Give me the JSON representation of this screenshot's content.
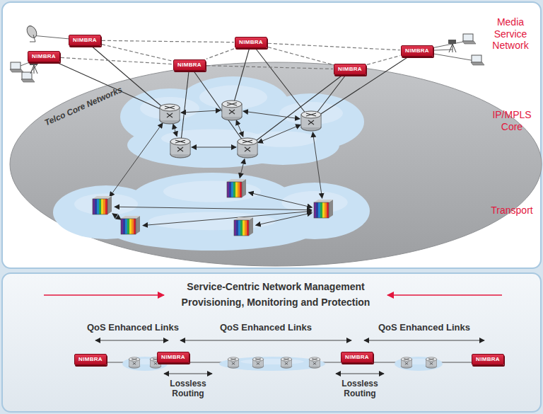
{
  "diagram": {
    "nodes": [
      {
        "text": [
          "NIMBRA"
        ]
      },
      {
        "text": [
          "NIMBRA"
        ]
      },
      {
        "text": [
          "NIMBRA"
        ]
      },
      {
        "text": [
          "NIMBRA"
        ]
      },
      {
        "text": [
          "NIMBRA"
        ]
      },
      {
        "text": [
          "NIMBRA"
        ]
      },
      {
        "text": [
          "NIMBRA"
        ]
      },
      {
        "text": [
          "NIMBRA"
        ]
      },
      {
        "text": [
          "NIMBRA"
        ]
      },
      {
        "text": [
          "NIMBRA"
        ]
      }
    ],
    "edges": [
      {
        "from": 0,
        "to": 2,
        "arrow": "none"
      },
      {
        "from": 0,
        "to": 3,
        "arrow": "none"
      },
      {
        "from": 1,
        "to": 3,
        "arrow": "none"
      },
      {
        "from": 2,
        "to": 3,
        "arrow": "none"
      },
      {
        "from": 2,
        "to": 4,
        "arrow": "none"
      },
      {
        "from": 3,
        "to": 4,
        "arrow": "none"
      },
      {
        "from": 2,
        "to": 5,
        "arrow": "none"
      },
      {
        "from": 4,
        "to": 5,
        "arrow": "none"
      }
    ],
    "labels": [
      "Media Service Network",
      "IP/MPLS Core",
      "Transport",
      "Telco Core Networks",
      "Service-Centric Network Management",
      "Provisioning, Monitoring and Protection",
      "QoS Enhanced Links",
      "QoS Enhanced Links",
      "QoS Enhanced Links",
      "Lossless Routing",
      "Lossless Routing"
    ]
  }
}
